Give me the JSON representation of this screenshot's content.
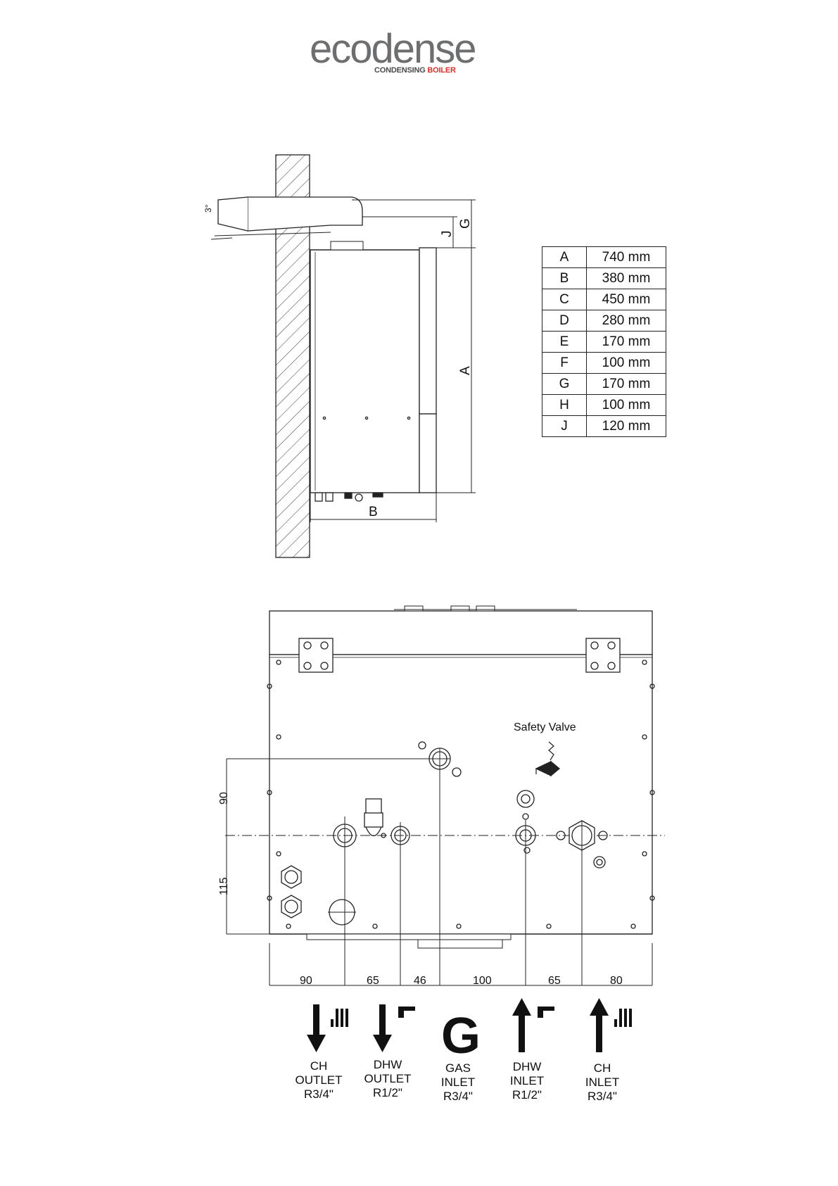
{
  "logo": {
    "word": "ecodense",
    "sub_left": "CONDENSING ",
    "sub_right": "BOILER",
    "color_main": "#6d6e70",
    "color_accent": "#d6312d"
  },
  "side_view": {
    "angle_label": "3°",
    "labels": {
      "A": "A",
      "B": "B",
      "G": "G",
      "J": "J"
    }
  },
  "dimensions": [
    {
      "key": "A",
      "value": "740 mm"
    },
    {
      "key": "B",
      "value": "380 mm"
    },
    {
      "key": "C",
      "value": "450 mm"
    },
    {
      "key": "D",
      "value": "280 mm"
    },
    {
      "key": "E",
      "value": "170 mm"
    },
    {
      "key": "F",
      "value": "100 mm"
    },
    {
      "key": "G",
      "value": "170 mm"
    },
    {
      "key": "H",
      "value": "100 mm"
    },
    {
      "key": "J",
      "value": "120 mm"
    }
  ],
  "bottom_view": {
    "safety_valve_label": "Safety Valve",
    "vertical_dims": [
      "90",
      "115"
    ],
    "horizontal_dims": [
      "90",
      "65",
      "46",
      "100",
      "65",
      "80"
    ]
  },
  "connections": [
    {
      "symbol": "arrow-down",
      "icon": "radiator-icon",
      "lines": [
        "CH",
        "OUTLET",
        "R3/4\""
      ]
    },
    {
      "symbol": "arrow-down",
      "icon": "tap-icon",
      "lines": [
        "DHW",
        "OUTLET",
        "R1/2\""
      ]
    },
    {
      "symbol": "G",
      "icon": "",
      "lines": [
        "GAS",
        "INLET",
        "R3/4\""
      ]
    },
    {
      "symbol": "arrow-up",
      "icon": "tap-icon",
      "lines": [
        "DHW",
        "INLET",
        "R1/2\""
      ]
    },
    {
      "symbol": "arrow-up",
      "icon": "radiator-icon",
      "lines": [
        "CH",
        "INLET",
        "R3/4\""
      ]
    }
  ]
}
